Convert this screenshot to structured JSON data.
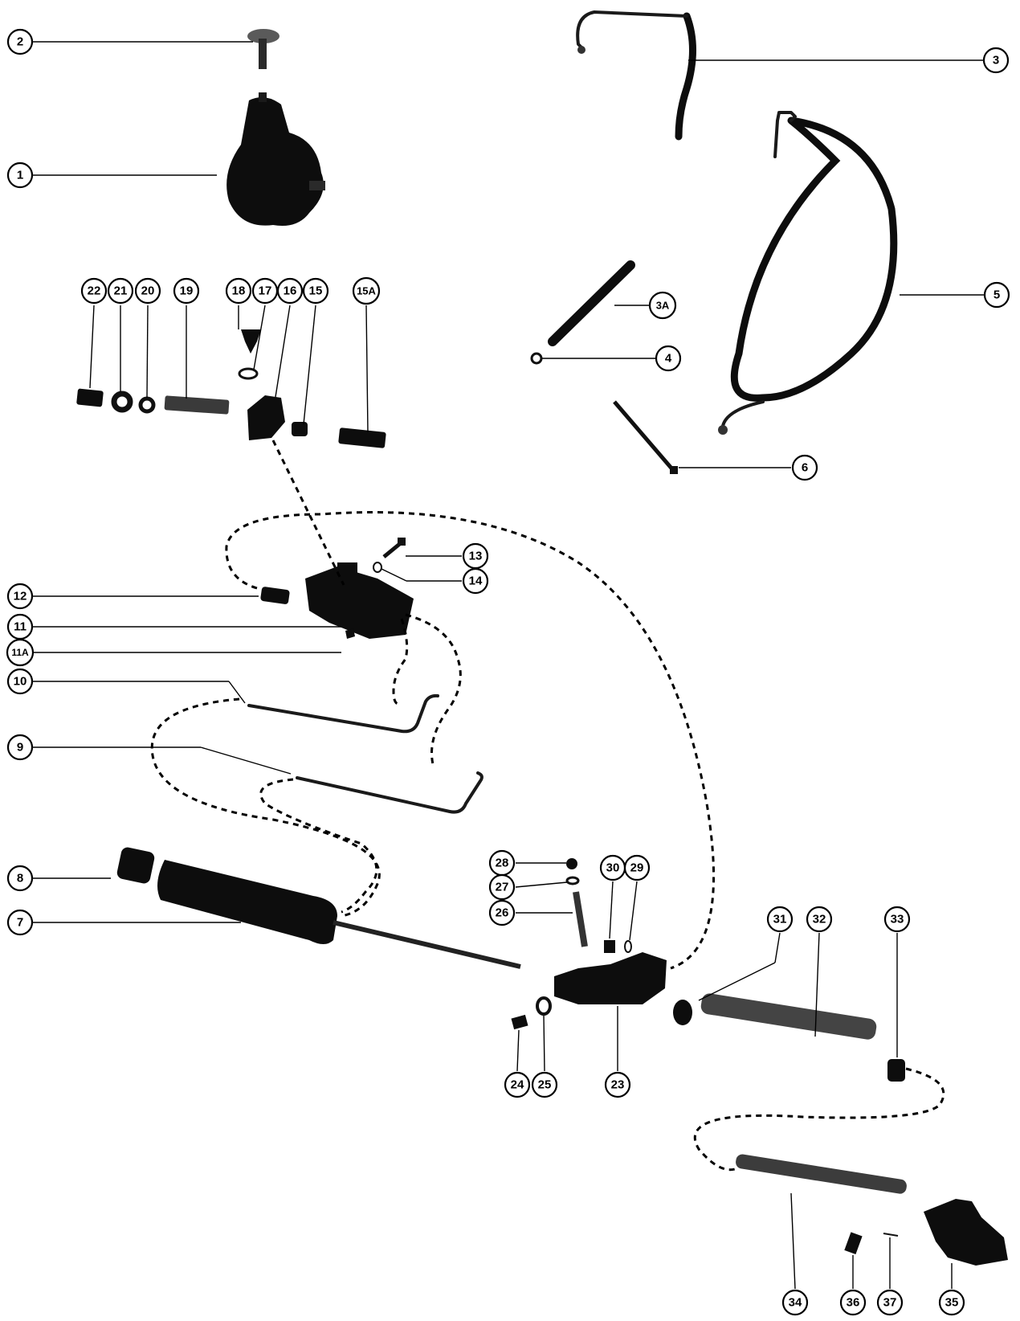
{
  "callouts": [
    {
      "id": "c1",
      "label": "1"
    },
    {
      "id": "c2",
      "label": "2"
    },
    {
      "id": "c3",
      "label": "3"
    },
    {
      "id": "c3a",
      "label": "3A"
    },
    {
      "id": "c4",
      "label": "4"
    },
    {
      "id": "c5",
      "label": "5"
    },
    {
      "id": "c6",
      "label": "6"
    },
    {
      "id": "c7",
      "label": "7"
    },
    {
      "id": "c8",
      "label": "8"
    },
    {
      "id": "c9",
      "label": "9"
    },
    {
      "id": "c10",
      "label": "10"
    },
    {
      "id": "c11",
      "label": "11"
    },
    {
      "id": "c11a",
      "label": "11A"
    },
    {
      "id": "c12",
      "label": "12"
    },
    {
      "id": "c13",
      "label": "13"
    },
    {
      "id": "c14",
      "label": "14"
    },
    {
      "id": "c15",
      "label": "15"
    },
    {
      "id": "c15a",
      "label": "15A"
    },
    {
      "id": "c16",
      "label": "16"
    },
    {
      "id": "c17",
      "label": "17"
    },
    {
      "id": "c18",
      "label": "18"
    },
    {
      "id": "c19",
      "label": "19"
    },
    {
      "id": "c20",
      "label": "20"
    },
    {
      "id": "c21",
      "label": "21"
    },
    {
      "id": "c22",
      "label": "22"
    },
    {
      "id": "c23",
      "label": "23"
    },
    {
      "id": "c24",
      "label": "24"
    },
    {
      "id": "c25",
      "label": "25"
    },
    {
      "id": "c26",
      "label": "26"
    },
    {
      "id": "c27",
      "label": "27"
    },
    {
      "id": "c28",
      "label": "28"
    },
    {
      "id": "c29",
      "label": "29"
    },
    {
      "id": "c30",
      "label": "30"
    },
    {
      "id": "c31",
      "label": "31"
    },
    {
      "id": "c32",
      "label": "32"
    },
    {
      "id": "c33",
      "label": "33"
    },
    {
      "id": "c34",
      "label": "34"
    },
    {
      "id": "c35",
      "label": "35"
    },
    {
      "id": "c36",
      "label": "36"
    },
    {
      "id": "c37",
      "label": "37"
    }
  ],
  "colors": {
    "ink": "#000000",
    "paper": "#ffffff"
  }
}
